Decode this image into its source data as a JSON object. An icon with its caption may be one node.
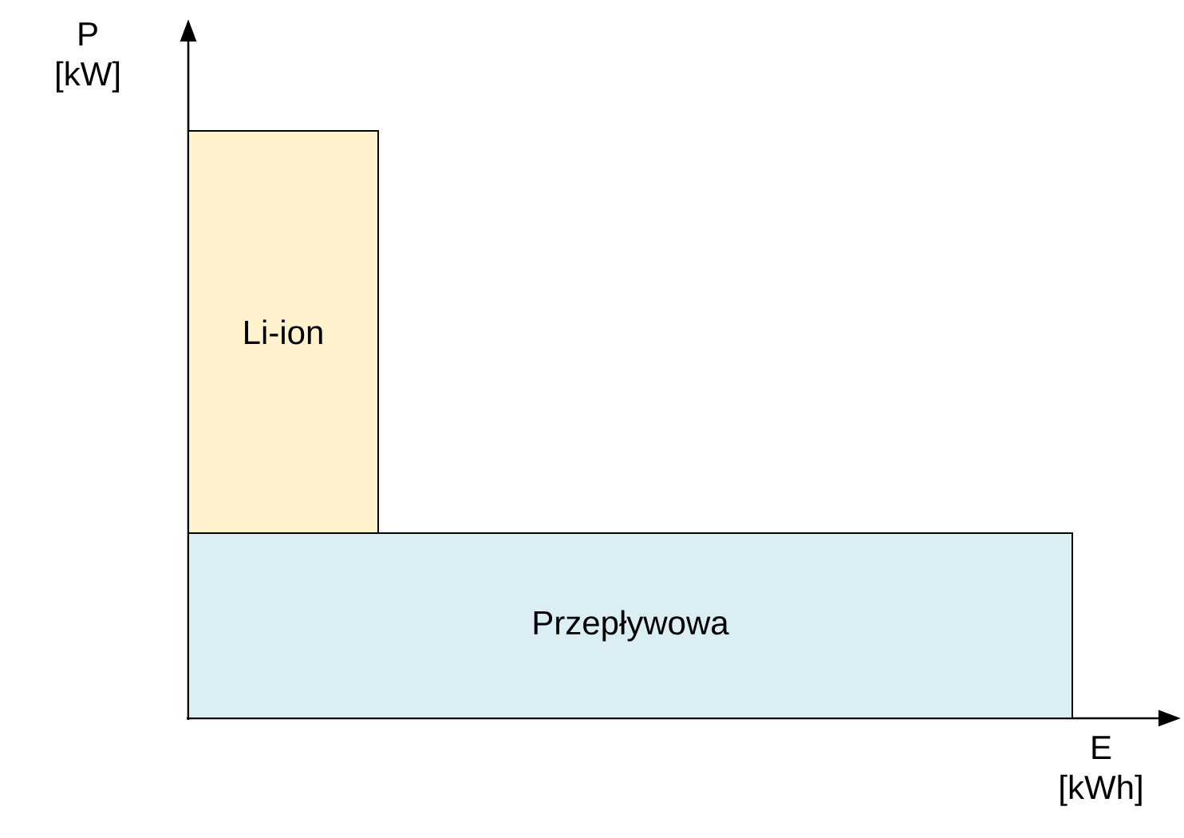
{
  "diagram": {
    "nodes": [
      {
        "text": [
          "Li-ion"
        ]
      },
      {
        "text": [
          "Przepływowa"
        ]
      }
    ],
    "labels": [
      "P [kW]",
      "E [kWh]"
    ]
  }
}
